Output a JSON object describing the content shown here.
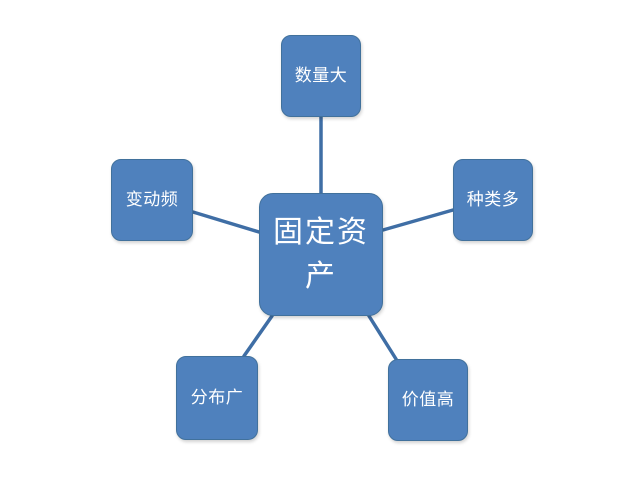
{
  "diagram": {
    "center": {
      "label": "固定资产"
    },
    "nodes": [
      {
        "id": "top",
        "label": "数量大"
      },
      {
        "id": "right",
        "label": "种类多"
      },
      {
        "id": "bottom-right",
        "label": "价值高"
      },
      {
        "id": "bottom-left",
        "label": "分布广"
      },
      {
        "id": "left",
        "label": "变动频"
      }
    ],
    "colors": {
      "node_fill": "#4f81bd",
      "node_border": "#41719c",
      "connector": "#3f6ea5",
      "text": "#ffffff",
      "background": "#ffffff"
    }
  }
}
